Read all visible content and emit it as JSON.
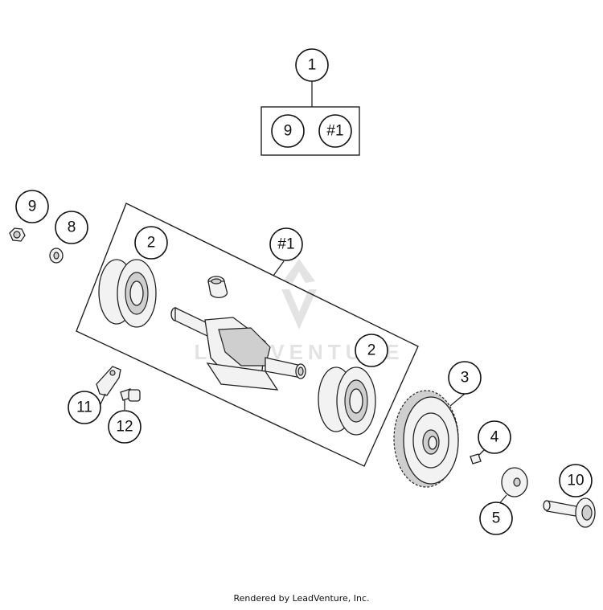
{
  "callouts": {
    "c1": "1",
    "c9_box": "9",
    "c1_box": "#1",
    "c9": "9",
    "c8": "8",
    "c2_left": "2",
    "c1_main": "#1",
    "c2_right": "2",
    "c3": "3",
    "c4": "4",
    "c5": "5",
    "c10": "10",
    "c11": "11",
    "c12": "12"
  },
  "watermark": "LEADVENTURE",
  "footer": "Rendered by LeadVenture, Inc."
}
